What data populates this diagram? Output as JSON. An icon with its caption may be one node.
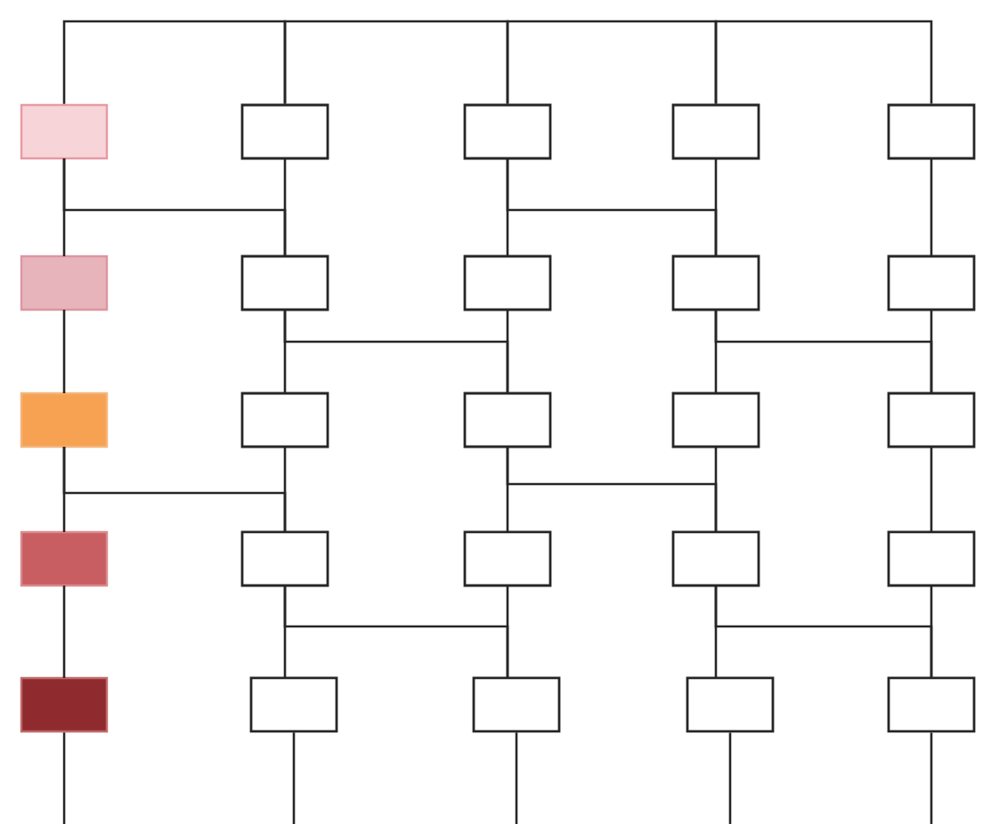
{
  "diagram": {
    "nodes": [
      {
        "text": [],
        "shape": "box"
      },
      {
        "text": [],
        "shape": "box"
      },
      {
        "text": [],
        "shape": "box"
      },
      {
        "text": [],
        "shape": "box"
      },
      {
        "text": [],
        "shape": "box"
      },
      {
        "text": [],
        "shape": "box"
      },
      {
        "text": [],
        "shape": "box"
      },
      {
        "text": [],
        "shape": "box"
      },
      {
        "text": [],
        "shape": "box"
      },
      {
        "text": [],
        "shape": "box"
      },
      {
        "text": [],
        "shape": "box"
      },
      {
        "text": [],
        "shape": "box"
      },
      {
        "text": [],
        "shape": "box"
      },
      {
        "text": [],
        "shape": "box"
      },
      {
        "text": [],
        "shape": "box"
      },
      {
        "text": [],
        "shape": "box"
      },
      {
        "text": [],
        "shape": "box"
      },
      {
        "text": [],
        "shape": "box"
      },
      {
        "text": [],
        "shape": "box"
      },
      {
        "text": [],
        "shape": "box"
      },
      {
        "text": [],
        "shape": "box"
      },
      {
        "text": [],
        "shape": "box"
      },
      {
        "text": [],
        "shape": "box"
      },
      {
        "text": [],
        "shape": "box"
      },
      {
        "text": [],
        "shape": "box"
      }
    ],
    "edges": [
      {
        "from": 0,
        "to": 1,
        "arrow": "none"
      },
      {
        "from": 1,
        "to": 2,
        "arrow": "none"
      },
      {
        "from": 2,
        "to": 3,
        "arrow": "none"
      },
      {
        "from": 3,
        "to": 4,
        "arrow": "none"
      },
      {
        "from": 0,
        "to": 5,
        "arrow": "none"
      },
      {
        "from": 1,
        "to": 6,
        "arrow": "none"
      },
      {
        "from": 2,
        "to": 7,
        "arrow": "none"
      },
      {
        "from": 3,
        "to": 8,
        "arrow": "none"
      },
      {
        "from": 4,
        "to": 9,
        "arrow": "none"
      },
      {
        "from": 0,
        "to": 6,
        "arrow": "none"
      },
      {
        "from": 2,
        "to": 8,
        "arrow": "none"
      },
      {
        "from": 5,
        "to": 10,
        "arrow": "none"
      },
      {
        "from": 6,
        "to": 11,
        "arrow": "none"
      },
      {
        "from": 7,
        "to": 12,
        "arrow": "none"
      },
      {
        "from": 8,
        "to": 13,
        "arrow": "none"
      },
      {
        "from": 9,
        "to": 14,
        "arrow": "none"
      },
      {
        "from": 6,
        "to": 12,
        "arrow": "none"
      },
      {
        "from": 8,
        "to": 14,
        "arrow": "none"
      },
      {
        "from": 10,
        "to": 15,
        "arrow": "none"
      },
      {
        "from": 11,
        "to": 16,
        "arrow": "none"
      },
      {
        "from": 12,
        "to": 17,
        "arrow": "none"
      },
      {
        "from": 13,
        "to": 18,
        "arrow": "none"
      },
      {
        "from": 14,
        "to": 19,
        "arrow": "none"
      },
      {
        "from": 10,
        "to": 16,
        "arrow": "none"
      },
      {
        "from": 12,
        "to": 18,
        "arrow": "none"
      },
      {
        "from": 15,
        "to": 20,
        "arrow": "none"
      },
      {
        "from": 16,
        "to": 21,
        "arrow": "none"
      },
      {
        "from": 17,
        "to": 22,
        "arrow": "none"
      },
      {
        "from": 18,
        "to": 23,
        "arrow": "none"
      },
      {
        "from": 19,
        "to": 24,
        "arrow": "none"
      },
      {
        "from": 16,
        "to": 22,
        "arrow": "none"
      },
      {
        "from": 18,
        "to": 24,
        "arrow": "none"
      },
      {
        "from": 20,
        "to": null,
        "arrow": "none"
      },
      {
        "from": 21,
        "to": null,
        "arrow": "none"
      },
      {
        "from": 22,
        "to": null,
        "arrow": "none"
      },
      {
        "from": 23,
        "to": null,
        "arrow": "none"
      },
      {
        "from": 24,
        "to": null,
        "arrow": "none"
      }
    ]
  }
}
